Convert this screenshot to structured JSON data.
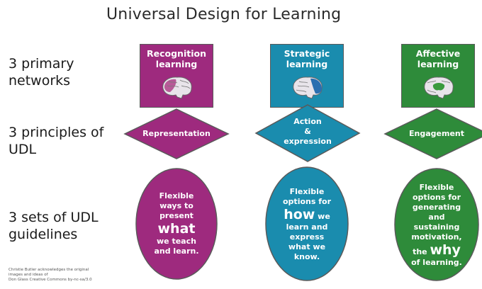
{
  "title": "Universal Design for Learning",
  "row_labels": [
    {
      "lines": [
        "3 primary",
        "networks"
      ]
    },
    {
      "lines": [
        "3 principles of",
        "UDL"
      ]
    },
    {
      "lines": [
        "3 sets of UDL",
        "guidelines"
      ]
    }
  ],
  "columns": [
    {
      "color": "#9e2a7e",
      "network": {
        "lines": [
          "Recognition",
          "learning"
        ]
      },
      "brain_highlight": "#b85a98",
      "principle": {
        "lines": [
          "Representation"
        ]
      },
      "guideline": {
        "lines_before": [
          "Flexible",
          "ways to",
          "present"
        ],
        "emphasis": "what",
        "lines_after": [
          "we teach",
          "and learn."
        ]
      }
    },
    {
      "color": "#1a8cae",
      "network": {
        "lines": [
          "Strategic",
          "learning"
        ]
      },
      "brain_highlight": "#2a6fb0",
      "principle": {
        "lines": [
          "Action",
          "&",
          "expression"
        ]
      },
      "guideline": {
        "lines_before": [
          "Flexible",
          "options for"
        ],
        "emphasis": "how",
        "emphasis_suffix": "we",
        "lines_after": [
          "learn and",
          "express",
          "what we",
          "know."
        ]
      }
    },
    {
      "color": "#2e8b3a",
      "network": {
        "lines": [
          "Affective",
          "learning"
        ]
      },
      "brain_highlight": "#3a9a3e",
      "principle": {
        "lines": [
          "Engagement"
        ]
      },
      "guideline": {
        "lines_before": [
          "Flexible",
          "options for",
          "generating",
          "and",
          "sustaining",
          "motivation,"
        ],
        "emphasis_prefix": "the",
        "emphasis": "why",
        "lines_after": [
          "of learning."
        ]
      }
    }
  ],
  "credit": {
    "lines": [
      "Christie Butler acknowledges the original",
      "images and ideas of",
      "Don Glass Creative Commons by-nc-sa/3.0"
    ]
  }
}
